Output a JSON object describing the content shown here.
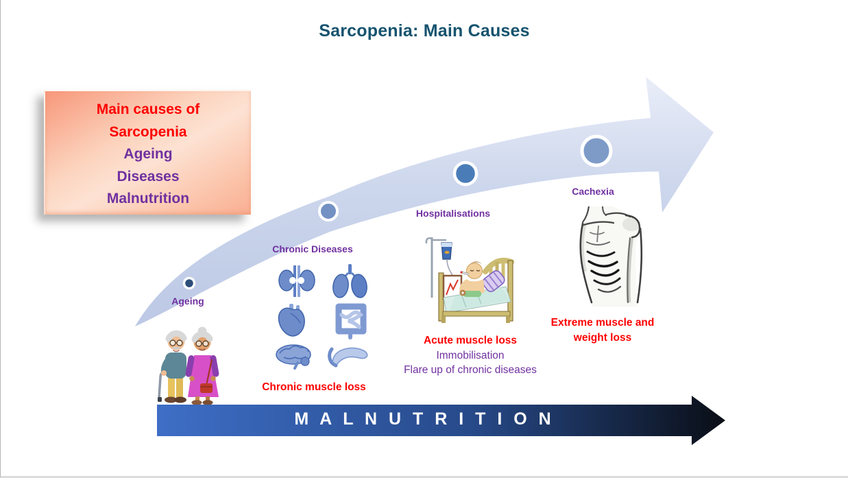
{
  "page": {
    "title": "Sarcopenia: Main Causes"
  },
  "causes_box": {
    "lines": [
      "Main causes of",
      "Sarcopenia",
      "Ageing",
      "Diseases",
      "Malnutrition"
    ]
  },
  "stages": [
    {
      "label": "Ageing",
      "icon": "elderly-couple-icon"
    },
    {
      "label": "Chronic Diseases",
      "icon": "organs-icon",
      "caption": "Chronic muscle loss"
    },
    {
      "label": "Hospitalisations",
      "icon": "hospital-bed-icon",
      "caption": "Acute muscle loss",
      "details": [
        "Immobilisation",
        "Flare up of chronic diseases"
      ]
    },
    {
      "label": "Cachexia",
      "icon": "emaciated-torso-icon",
      "caption_lines": [
        "Extreme muscle and",
        "weight loss"
      ]
    }
  ],
  "malnutrition_arrow": {
    "label": "M A L N U T R I T I O N"
  },
  "colors": {
    "title_teal": "#15536E",
    "text_red": "#FE0000",
    "text_purple": "#7030A0",
    "swoosh_fill": "#C7D2EA",
    "dot_ageing": "#2C4E79",
    "dot_chronic": "#7491C4",
    "dot_hospital": "#4A7DB8",
    "dot_cachexia": "#7E9BC8",
    "mal_arrow_start": "#3E6EC6",
    "mal_arrow_end": "#0A0E16",
    "box_gradient_from": "#F7977A",
    "box_gradient_to": "#FDE2D3"
  }
}
